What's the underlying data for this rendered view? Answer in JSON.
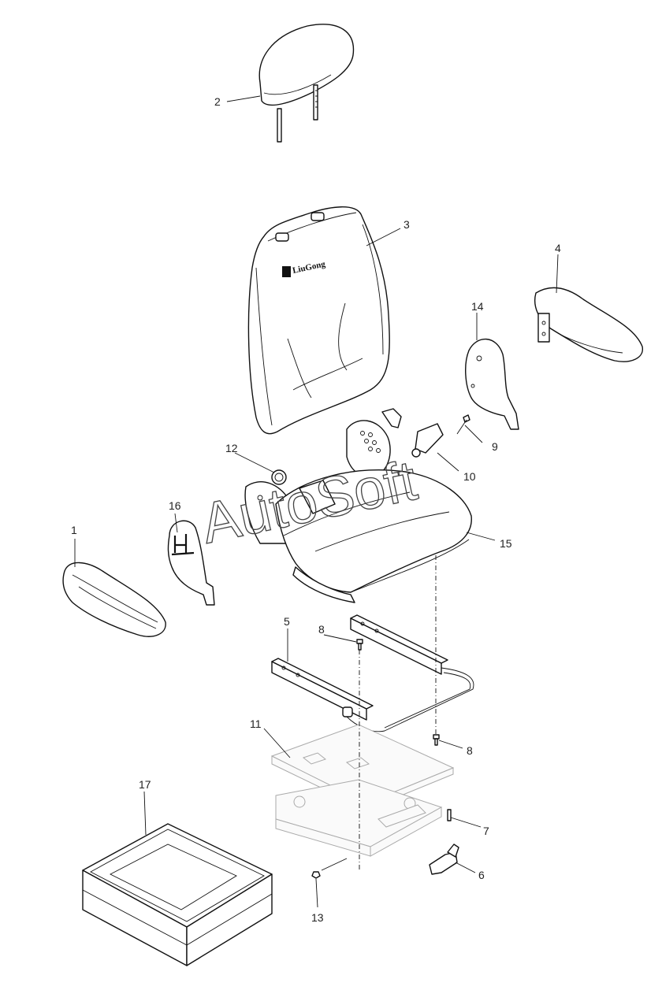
{
  "watermark": "AutoSoft",
  "seat_logo": "LiuGong",
  "callouts": [
    {
      "id": "2",
      "label": "2"
    },
    {
      "id": "3",
      "label": "3"
    },
    {
      "id": "4",
      "label": "4"
    },
    {
      "id": "14",
      "label": "14"
    },
    {
      "id": "9",
      "label": "9"
    },
    {
      "id": "10",
      "label": "10"
    },
    {
      "id": "12",
      "label": "12"
    },
    {
      "id": "16",
      "label": "16"
    },
    {
      "id": "1",
      "label": "1"
    },
    {
      "id": "15",
      "label": "15"
    },
    {
      "id": "5",
      "label": "5"
    },
    {
      "id": "8a",
      "label": "8"
    },
    {
      "id": "8b",
      "label": "8"
    },
    {
      "id": "11",
      "label": "11"
    },
    {
      "id": "17",
      "label": "17"
    },
    {
      "id": "7",
      "label": "7"
    },
    {
      "id": "6",
      "label": "6"
    },
    {
      "id": "13",
      "label": "13"
    }
  ]
}
